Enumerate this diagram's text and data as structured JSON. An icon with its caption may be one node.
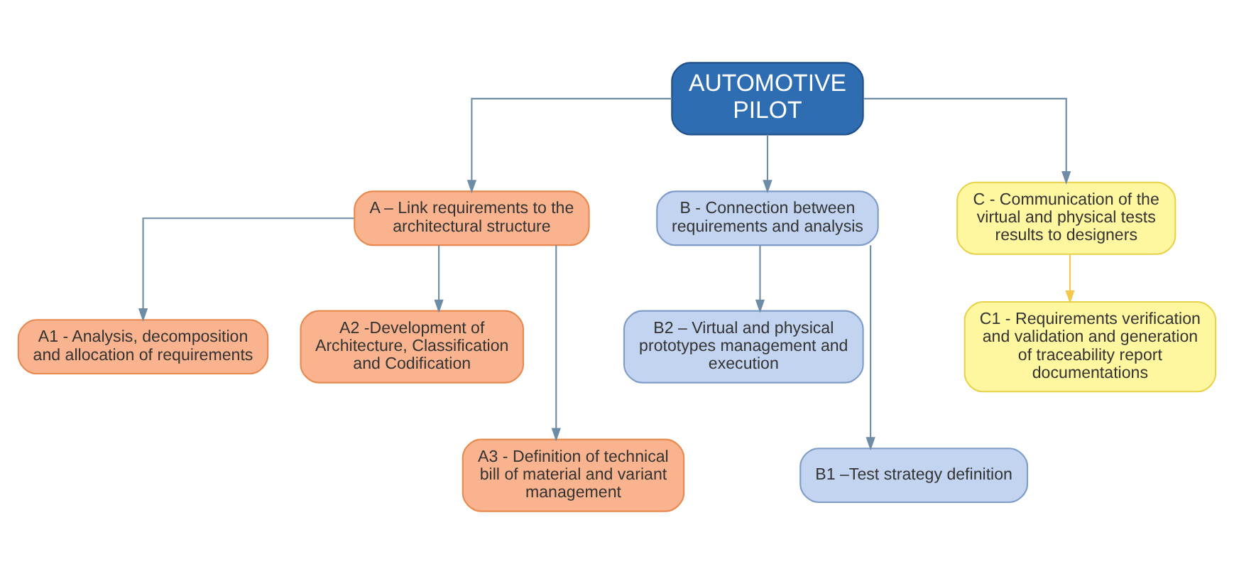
{
  "diagram": {
    "nodes": [
      {
        "text": [
          "AUTOMOTIVE PILOT"
        ]
      },
      {
        "text": [
          "A – Link requirements to the architectural structure"
        ]
      },
      {
        "text": [
          "B - Connection between requirements and analysis"
        ]
      },
      {
        "text": [
          "C - Communication of the virtual and physical tests results to designers"
        ]
      },
      {
        "text": [
          "A1 - Analysis, decomposition and allocation of requirements"
        ]
      },
      {
        "text": [
          "A2 -Development of Architecture, Classification and Codification"
        ]
      },
      {
        "text": [
          "A3 - Definition of technical bill of material and variant management"
        ]
      },
      {
        "text": [
          "B2 – Virtual and physical prototypes management and execution"
        ]
      },
      {
        "text": [
          "B1 –Test strategy definition"
        ]
      },
      {
        "text": [
          "C1 - Requirements verification and validation and generation of traceability report documentations"
        ]
      }
    ],
    "edges": [
      {
        "from": 0,
        "to": 1,
        "arrow": "to"
      },
      {
        "from": 0,
        "to": 2,
        "arrow": "to"
      },
      {
        "from": 0,
        "to": 3,
        "arrow": "to"
      },
      {
        "from": 1,
        "to": 4,
        "arrow": "to"
      },
      {
        "from": 1,
        "to": 6,
        "arrow": "to"
      },
      {
        "from": 1,
        "to": 5,
        "arrow": "to"
      },
      {
        "from": 2,
        "to": 8,
        "arrow": "to"
      },
      {
        "from": 2,
        "to": 7,
        "arrow": "to"
      },
      {
        "from": 3,
        "to": 9,
        "arrow": "to",
        "color": "#f2c94c"
      }
    ]
  }
}
